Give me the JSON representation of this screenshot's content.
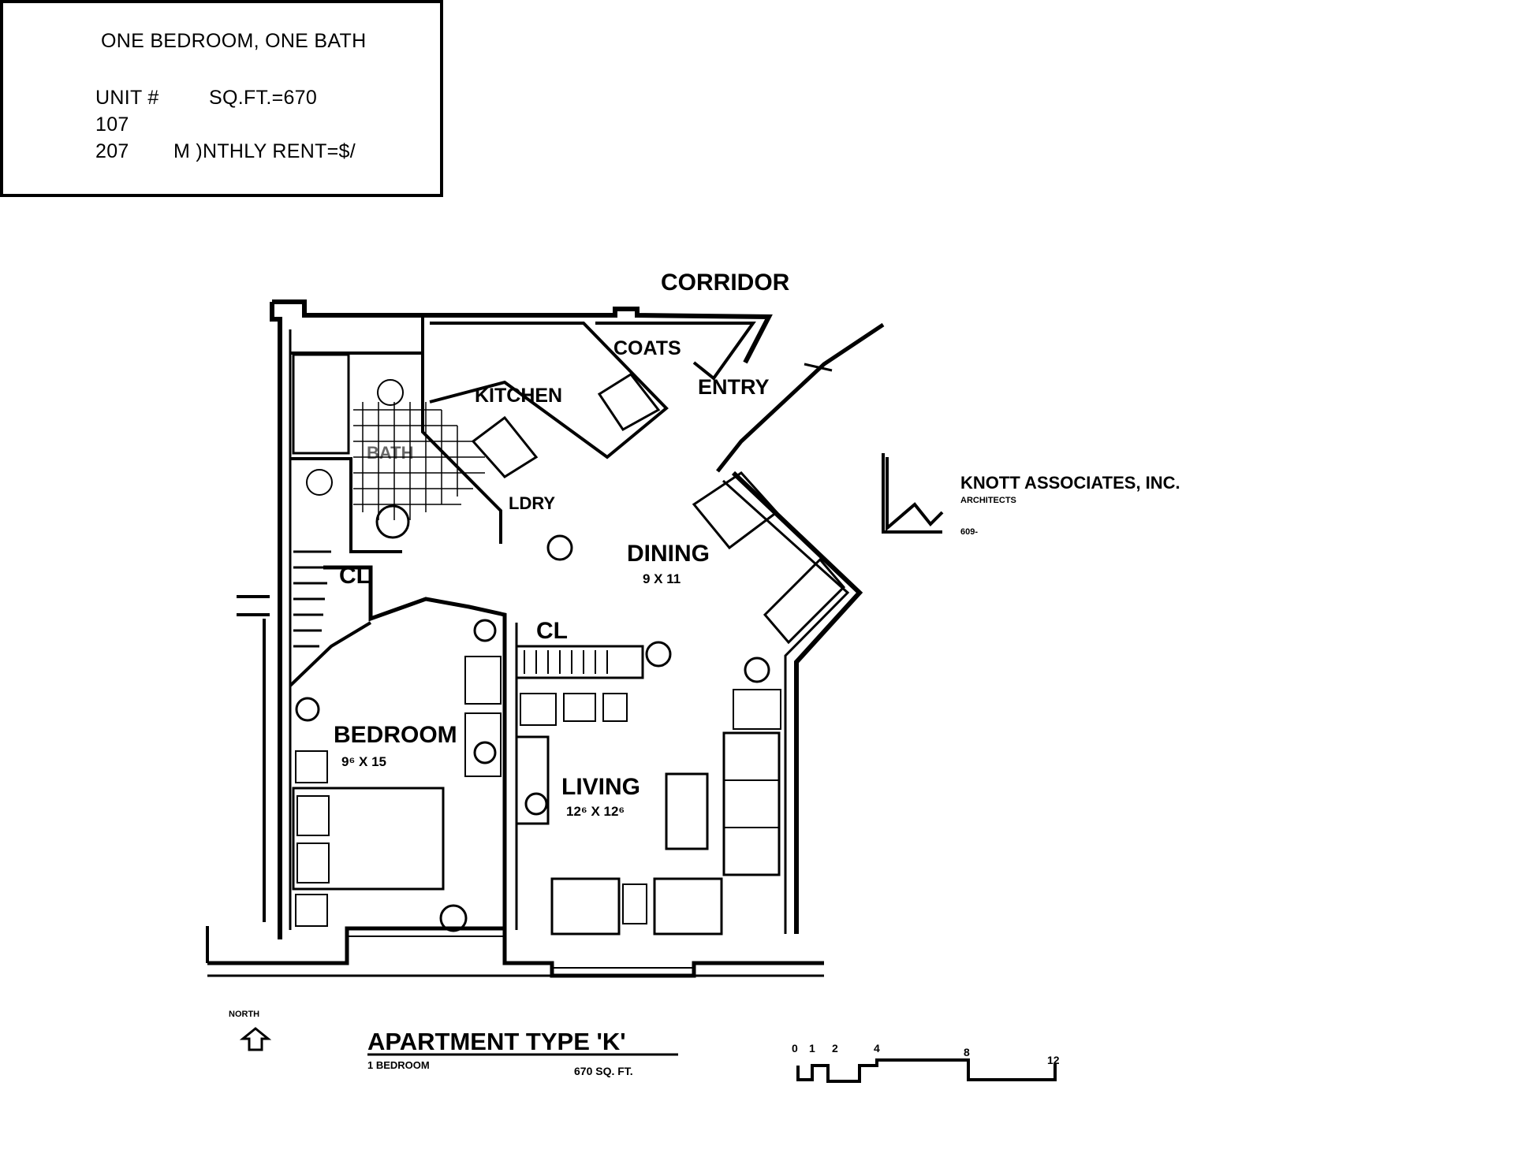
{
  "info_box": {
    "heading": "ONE BEDROOM, ONE BATH",
    "unit_label": "UNIT #",
    "sqft": "SQ.FT.=670",
    "units": [
      "107",
      "207"
    ],
    "rent": "M )NTHLY RENT=$/"
  },
  "plan": {
    "corridor": "CORRIDOR",
    "rooms": {
      "coats": "COATS",
      "kitchen": "KITCHEN",
      "entry": "ENTRY",
      "bath": "BATH",
      "lndry": "LDRY",
      "dining": "DINING",
      "dining_dim": "9 X 11",
      "cl_bath": "CL",
      "cl_living": "CL",
      "bedroom": "BEDROOM",
      "bedroom_dim": "9⁶ X 15",
      "living": "LIVING",
      "living_dim": "12⁶ X 12⁶"
    }
  },
  "architect": {
    "name": "KNOTT ASSOCIATES, INC.",
    "lines": [
      "ARCHITECTS",
      "",
      "",
      "609-"
    ]
  },
  "footer": {
    "north": "NORTH",
    "title": "APARTMENT TYPE 'K'",
    "subtitle_left": "1 BEDROOM",
    "subtitle_right": "670 SQ. FT.",
    "scale_ticks": [
      "0",
      "1",
      "2",
      "4",
      "8",
      "12"
    ]
  }
}
